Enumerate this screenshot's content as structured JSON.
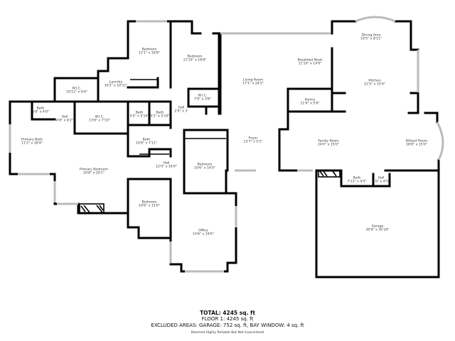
{
  "rooms": [
    {
      "name": "Bedroom",
      "dims": "11'1\" x 16'8\""
    },
    {
      "name": "Bedroom",
      "dims": "11'10\" x 16'8\""
    },
    {
      "name": "Laundry",
      "dims": "10'2\" x 10'11\""
    },
    {
      "name": "W.I.C.",
      "dims": "10'11\" x 6'0\""
    },
    {
      "name": "W.I.C.",
      "dims": "7'9\" x 3'8\""
    },
    {
      "name": "Bath",
      "dims": "5'8\" x 4'0\""
    },
    {
      "name": "Hall",
      "dims": "4'8\" x 8'2\""
    },
    {
      "name": "W.I.C.",
      "dims": "13'6\" x 7'10\""
    },
    {
      "name": "Bath",
      "dims": "5'0\" x 5'10\""
    },
    {
      "name": "Bath",
      "dims": "5'2\" x 5'10\""
    },
    {
      "name": "Hall",
      "dims": "2'9\" x 3'"
    },
    {
      "name": "Primary Bath",
      "dims": "11'2\" x 18'4\""
    },
    {
      "name": "Bath",
      "dims": "10'6\" x 7'11\""
    },
    {
      "name": "Hall",
      "dims": "12'0\" x 16'9\""
    },
    {
      "name": "Primary Bedroom",
      "dims": "20'8\" x 20'1\""
    },
    {
      "name": "Bedroom",
      "dims": "10'6\" x 14'0\""
    },
    {
      "name": "Bedroom",
      "dims": "10'6\" x 12'0\""
    },
    {
      "name": "Office",
      "dims": "14'6\" x 19'6\""
    },
    {
      "name": "Living Room",
      "dims": "17'1\" x 24'2\""
    },
    {
      "name": "Breakfast Nook",
      "dims": "11'10\" x 14'0\""
    },
    {
      "name": "Dining Area",
      "dims": "19'5\" x 8'11\""
    },
    {
      "name": "Kitchen",
      "dims": "21'5\" x 15'9\""
    },
    {
      "name": "Pantry",
      "dims": "11'6\" x 5'8\""
    },
    {
      "name": "Foyer",
      "dims": "13'7\" x 5'1\""
    },
    {
      "name": "Family Room",
      "dims": "24'0\" x 15'0\""
    },
    {
      "name": "Billiard Room",
      "dims": "18'8\" x 15'0\""
    },
    {
      "name": "Bath",
      "dims": "7'11\" x 4'5\""
    },
    {
      "name": "Hall",
      "dims": "3'6\" x 4'5\""
    },
    {
      "name": "Garage",
      "dims": "30'9\" x 20'10\""
    }
  ],
  "summary": {
    "total": "TOTAL: 4245 sq. ft",
    "floor": "FLOOR 1: 4245 sq. ft",
    "excluded": "EXCLUDED AREAS: GARAGE: 752 sq. ft, BAY WINDOW: 4 sq. ft",
    "disclaimer": "Deemed Highly Reliable But Not Guaranteed"
  }
}
